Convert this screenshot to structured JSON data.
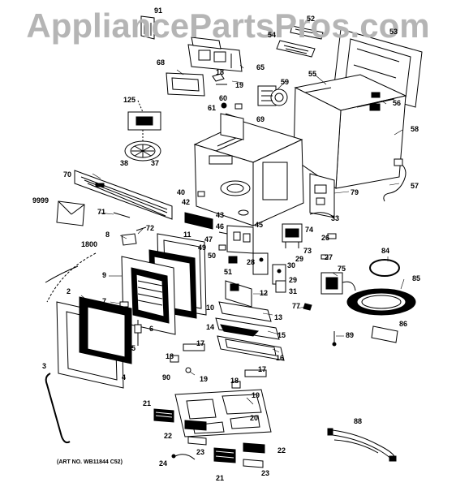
{
  "watermark": "AppliancePartsPros.com",
  "art_no": "(ART NO. WB11844 C52)",
  "part_labels": {
    "p91": "91",
    "p52": "52",
    "p54": "54",
    "p53": "53",
    "p68": "68",
    "p65": "65",
    "p18a": "18",
    "p19a": "19",
    "p59": "59",
    "p55": "55",
    "p56": "56",
    "p60": "60",
    "p61": "61",
    "p69": "69",
    "p125": "125",
    "p58": "58",
    "p38": "38",
    "p37": "37",
    "p70": "70",
    "p79": "79",
    "p57": "57",
    "p9999": "9999",
    "p40": "40",
    "p42": "42",
    "p71": "71",
    "p43": "43",
    "p33": "33",
    "p72": "72",
    "p46": "46",
    "p45": "45",
    "p74": "74",
    "p8": "8",
    "p47": "47",
    "p26": "26",
    "p1800": "1800",
    "p11": "11",
    "p49": "49",
    "p73": "73",
    "p84": "84",
    "p50": "50",
    "p29a": "29",
    "p27": "27",
    "p28": "28",
    "p30": "30",
    "p51": "51",
    "p75": "75",
    "p85": "85",
    "p9": "9",
    "p29b": "29",
    "p2": "2",
    "p12": "12",
    "p31": "31",
    "p7": "7",
    "p10": "10",
    "p77": "77",
    "p13": "13",
    "p6": "6",
    "p14": "14",
    "p15": "15",
    "p86": "86",
    "p5": "5",
    "p89": "89",
    "p16": "16",
    "p17a": "17",
    "p3": "3",
    "p18b": "18",
    "p4": "4",
    "p90": "90",
    "p19b": "19",
    "p17b": "17",
    "p18c": "18",
    "p19c": "19",
    "p21a": "21",
    "p22a": "22",
    "p20": "20",
    "p88": "88",
    "p23a": "23",
    "p22b": "22",
    "p24": "24",
    "p21b": "21",
    "p23b": "23"
  },
  "colors": {
    "line": "#000000",
    "watermark": "#b5b5b5",
    "background": "#ffffff"
  }
}
